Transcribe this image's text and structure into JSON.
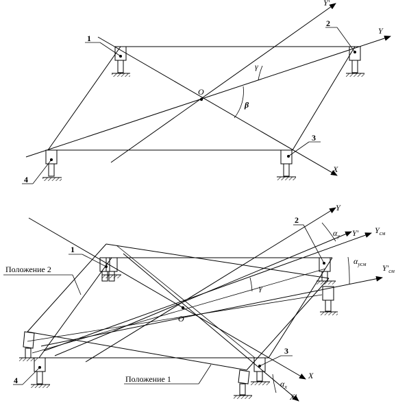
{
  "top": {
    "axes": {
      "y_prime": "Y'",
      "y": "Y",
      "x": "X"
    },
    "center": "O",
    "angles": {
      "gamma": "γ",
      "beta": "β"
    },
    "supports": [
      "1",
      "2",
      "3",
      "4"
    ]
  },
  "bottom": {
    "axes": {
      "y": "Y",
      "y_prime": "Y'",
      "y_cm": {
        "main": "Y",
        "sub": "см"
      },
      "y_prime_cm": {
        "main": "Y'",
        "sub": "см"
      },
      "x": "X",
      "x_prime": "X'"
    },
    "center": "O",
    "angles": {
      "alpha_y": {
        "main": "α",
        "sub": "y"
      },
      "alpha_ycm": {
        "main": "α",
        "sub": "yсм"
      },
      "gamma": "γ",
      "alpha_x": {
        "main": "α",
        "sub": "x"
      }
    },
    "supports": [
      "1",
      "2",
      "3",
      "4"
    ],
    "position_2": "Положение 2",
    "position_1": "Положение 1"
  }
}
